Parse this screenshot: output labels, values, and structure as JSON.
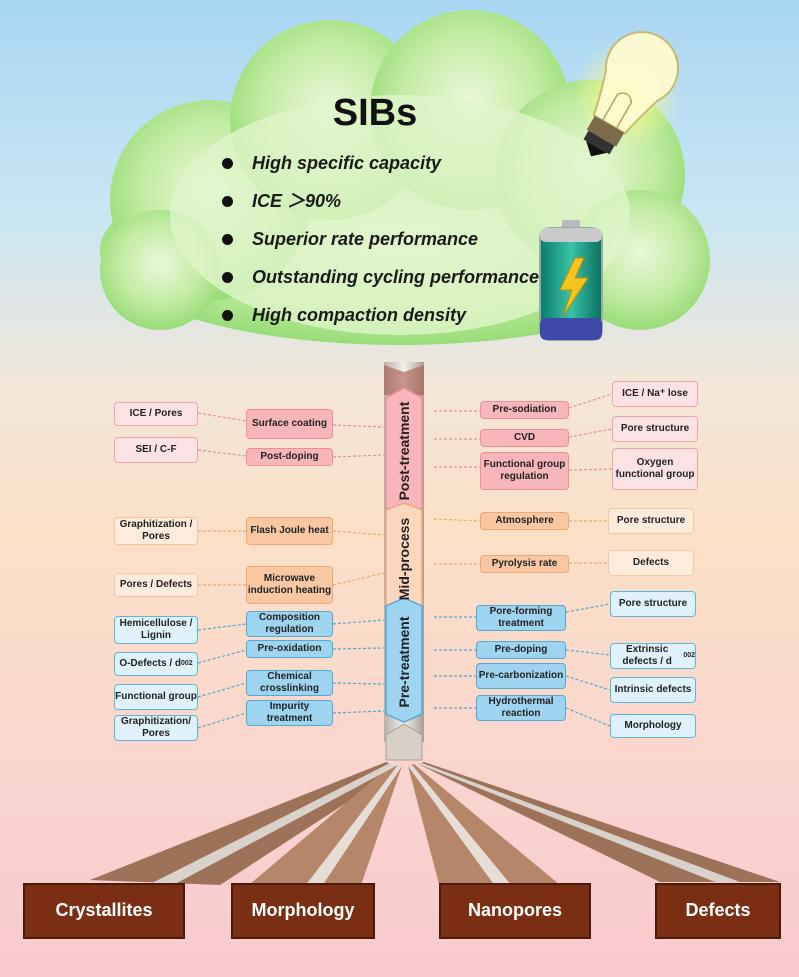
{
  "header": {
    "title": "SIBs",
    "bullets": [
      "High specific capacity",
      "ICE  ＞90%",
      "Superior rate performance",
      "Outstanding cycling performance",
      "High compaction density"
    ]
  },
  "stages": {
    "post": "Post-treatment",
    "mid": "Mid-process",
    "pre": "Pre-treatment"
  },
  "left": {
    "post": [
      {
        "inner": "Surface coating",
        "outer": "ICE / Pores"
      },
      {
        "inner": "Post-doping",
        "outer": "SEI / C-F"
      }
    ],
    "mid": [
      {
        "inner": "Flash Joule heat",
        "outer": "Graphitization / Pores"
      },
      {
        "inner": "Microwave induction heating",
        "outer": "Pores / Defects"
      }
    ],
    "pre": [
      {
        "inner": "Composition regulation",
        "outer": "Hemicellulose / Lignin"
      },
      {
        "inner": "Pre-oxidation",
        "outer": "O-Defects / d002"
      },
      {
        "inner": "Chemical crosslinking",
        "outer": "Functional group"
      },
      {
        "inner": "Impurity treatment",
        "outer": "Graphitization/ Pores"
      }
    ]
  },
  "right": {
    "post": [
      {
        "inner": "Pre-sodiation",
        "outer": "ICE / Na⁺ lose"
      },
      {
        "inner": "CVD",
        "outer": "Pore structure"
      },
      {
        "inner": "Functional group regulation",
        "outer": "Oxygen functional group"
      }
    ],
    "mid": [
      {
        "inner": "Atmosphere",
        "outer": "Pore structure"
      },
      {
        "inner": "Pyrolysis rate",
        "outer": "Defects"
      }
    ],
    "pre": [
      {
        "inner": "Pore-forming treatment",
        "outer": "Pore structure"
      },
      {
        "inner": "Pre-doping",
        "outer": "Extrinsic defects / d002"
      },
      {
        "inner": "Pre-carbonization",
        "outer": "Intrinsic defects"
      },
      {
        "inner": "Hydrothermal reaction",
        "outer": "Morphology"
      }
    ]
  },
  "roots": [
    "Crystallites",
    "Morphology",
    "Nanopores",
    "Defects"
  ],
  "colors": {
    "cloud": "#a9e38b",
    "post": "#f8b6ba",
    "mid": "#f9c8a2",
    "pre": "#9fd4f0",
    "root": "#7a2e14"
  },
  "icons": [
    "light-bulb-icon",
    "battery-icon"
  ]
}
